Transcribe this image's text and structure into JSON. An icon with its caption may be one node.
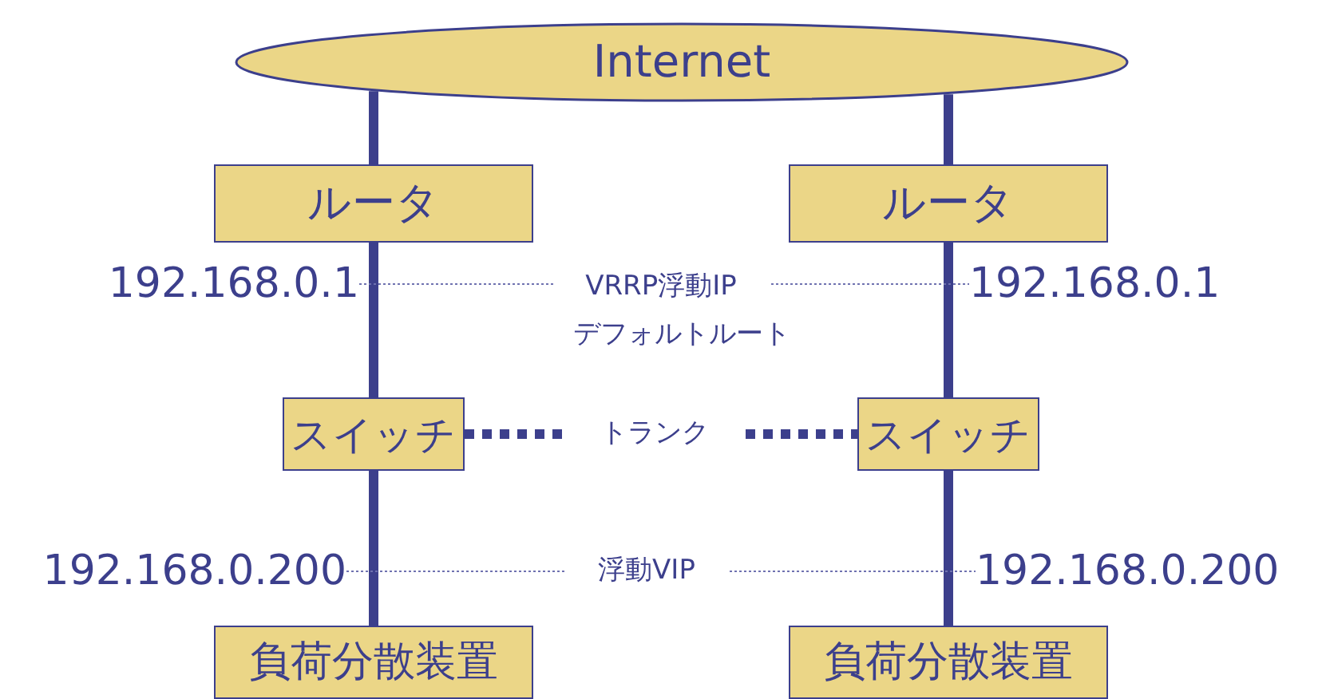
{
  "diagram": {
    "nodes": [
      {
        "text": [
          "Internet"
        ]
      },
      {
        "text": [
          "ルータ"
        ]
      },
      {
        "text": [
          "ルータ"
        ]
      },
      {
        "text": [
          "192.168.0.1"
        ]
      },
      {
        "text": [
          "192.168.0.1"
        ]
      },
      {
        "text": [
          "スイッチ"
        ]
      },
      {
        "text": [
          "スイッチ"
        ]
      },
      {
        "text": [
          "192.168.0.200"
        ]
      },
      {
        "text": [
          "192.168.0.200"
        ]
      },
      {
        "text": [
          "負荷分散装置"
        ]
      },
      {
        "text": [
          "負荷分散装置"
        ]
      }
    ],
    "edges": [
      {
        "from": 0,
        "to": 1,
        "arrow": "none"
      },
      {
        "from": 0,
        "to": 2,
        "arrow": "none"
      },
      {
        "from": 1,
        "to": 5,
        "arrow": "none"
      },
      {
        "from": 2,
        "to": 6,
        "arrow": "none"
      },
      {
        "from": 5,
        "to": 9,
        "arrow": "none"
      },
      {
        "from": 6,
        "to": 10,
        "arrow": "none"
      },
      {
        "from": 3,
        "to": 4,
        "arrow": "none",
        "label": "VRRP浮動IP",
        "style": "dashed",
        "color": "#6f72b0"
      },
      {
        "from": 5,
        "to": 6,
        "arrow": "none",
        "label": "トランク",
        "style": "dashed"
      },
      {
        "from": 7,
        "to": 8,
        "arrow": "none",
        "label": "浮動VIP",
        "style": "dashed",
        "color": "#6f72b0"
      }
    ],
    "labels": [
      "デフォルトルート"
    ]
  }
}
